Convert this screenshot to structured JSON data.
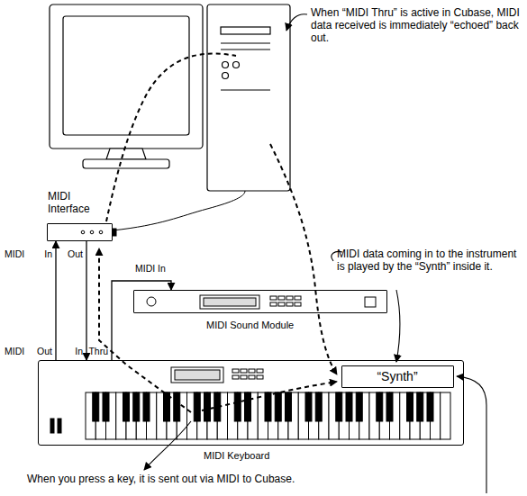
{
  "diagram": {
    "nodes": [
      {
        "text": [
          "MIDI Interface"
        ]
      },
      {
        "text": [
          "MIDI Sound Module"
        ]
      },
      {
        "text": [
          "MIDI Keyboard"
        ]
      },
      {
        "text": [
          "“Synth”"
        ],
        "in": 2
      }
    ],
    "edges": [
      {
        "from": 2,
        "to": 0,
        "arrow": "to"
      },
      {
        "from": 0,
        "to": 2,
        "arrow": "to"
      },
      {
        "from": 2,
        "to": 1,
        "arrow": "to"
      }
    ],
    "labels": [
      "When “MIDI Thru” is active in Cubase, MIDI data received is immediately “echoed” back out.",
      "MIDI",
      "In",
      "Out",
      "MIDI In",
      "MIDI",
      "Out",
      "In",
      "Thru",
      "MIDI data coming in to the instrument is played by the “Synth” inside it.",
      "When you press a key, it is sent out via MIDI to Cubase."
    ]
  }
}
